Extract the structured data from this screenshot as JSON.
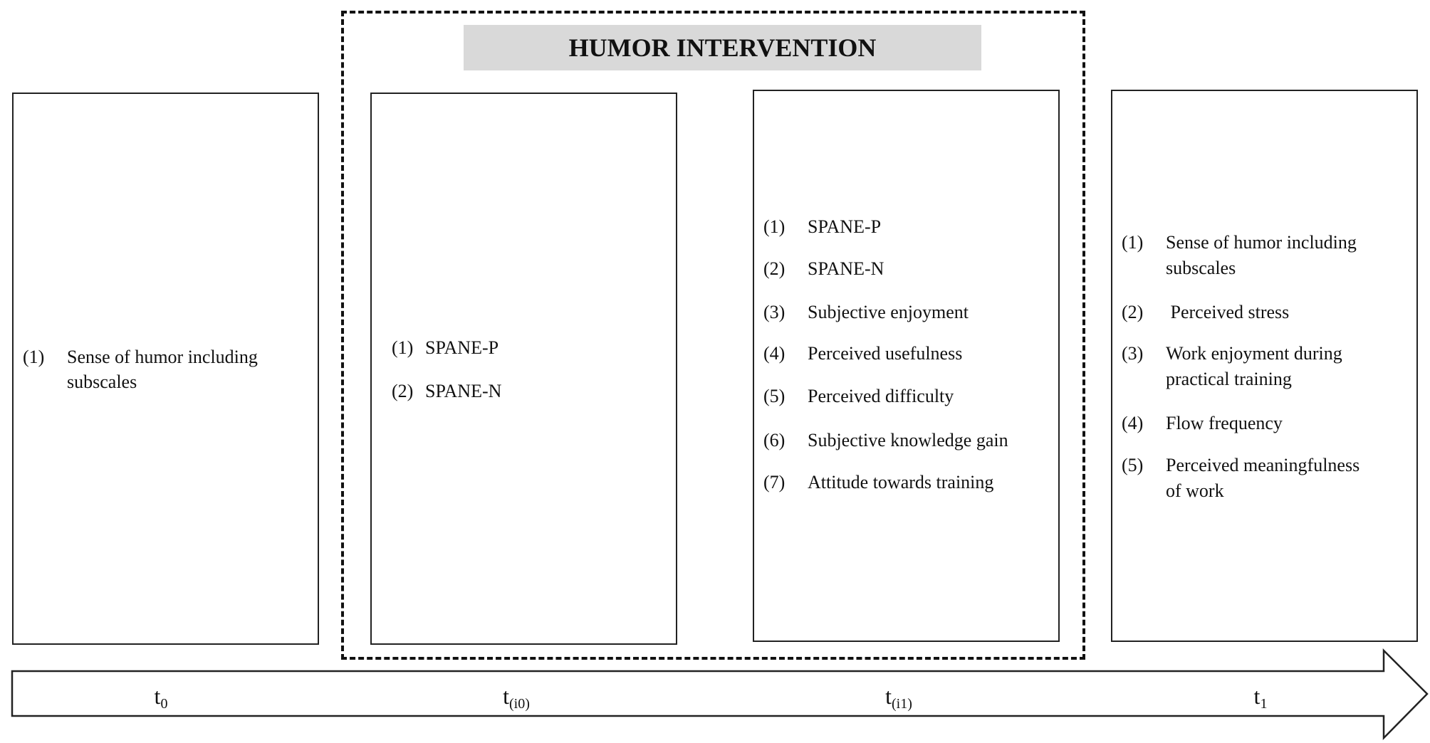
{
  "title": "HUMOR INTERVENTION",
  "timepoints": [
    {
      "base": "t",
      "sub": "0"
    },
    {
      "base": "t",
      "sub": "(i0)"
    },
    {
      "base": "t",
      "sub": "(i1)"
    },
    {
      "base": "t",
      "sub": "1"
    }
  ],
  "boxes": [
    {
      "items": [
        {
          "num": "(1)",
          "lines": [
            "Sense of humor including",
            "subscales"
          ]
        }
      ]
    },
    {
      "items": [
        {
          "num": "(1)",
          "lines": [
            "SPANE-P"
          ]
        },
        {
          "num": "(2)",
          "lines": [
            "SPANE-N"
          ]
        }
      ]
    },
    {
      "items": [
        {
          "num": "(1)",
          "lines": [
            "SPANE-P"
          ]
        },
        {
          "num": "(2)",
          "lines": [
            "SPANE-N"
          ]
        },
        {
          "num": "(3)",
          "lines": [
            "Subjective enjoyment"
          ]
        },
        {
          "num": "(4)",
          "lines": [
            "Perceived usefulness"
          ]
        },
        {
          "num": "(5)",
          "lines": [
            "Perceived difficulty"
          ]
        },
        {
          "num": "(6)",
          "lines": [
            "Subjective knowledge gain"
          ]
        },
        {
          "num": "(7)",
          "lines": [
            "Attitude towards training"
          ]
        }
      ]
    },
    {
      "items": [
        {
          "num": "(1)",
          "lines": [
            "Sense of humor including",
            "subscales"
          ]
        },
        {
          "num": "(2)",
          "lines": [
            " Perceived stress"
          ]
        },
        {
          "num": "(3)",
          "lines": [
            "Work enjoyment during",
            "practical training"
          ]
        },
        {
          "num": "(4)",
          "lines": [
            "Flow frequency"
          ]
        },
        {
          "num": "(5)",
          "lines": [
            "Perceived meaningfulness",
            "of work"
          ]
        }
      ]
    }
  ]
}
